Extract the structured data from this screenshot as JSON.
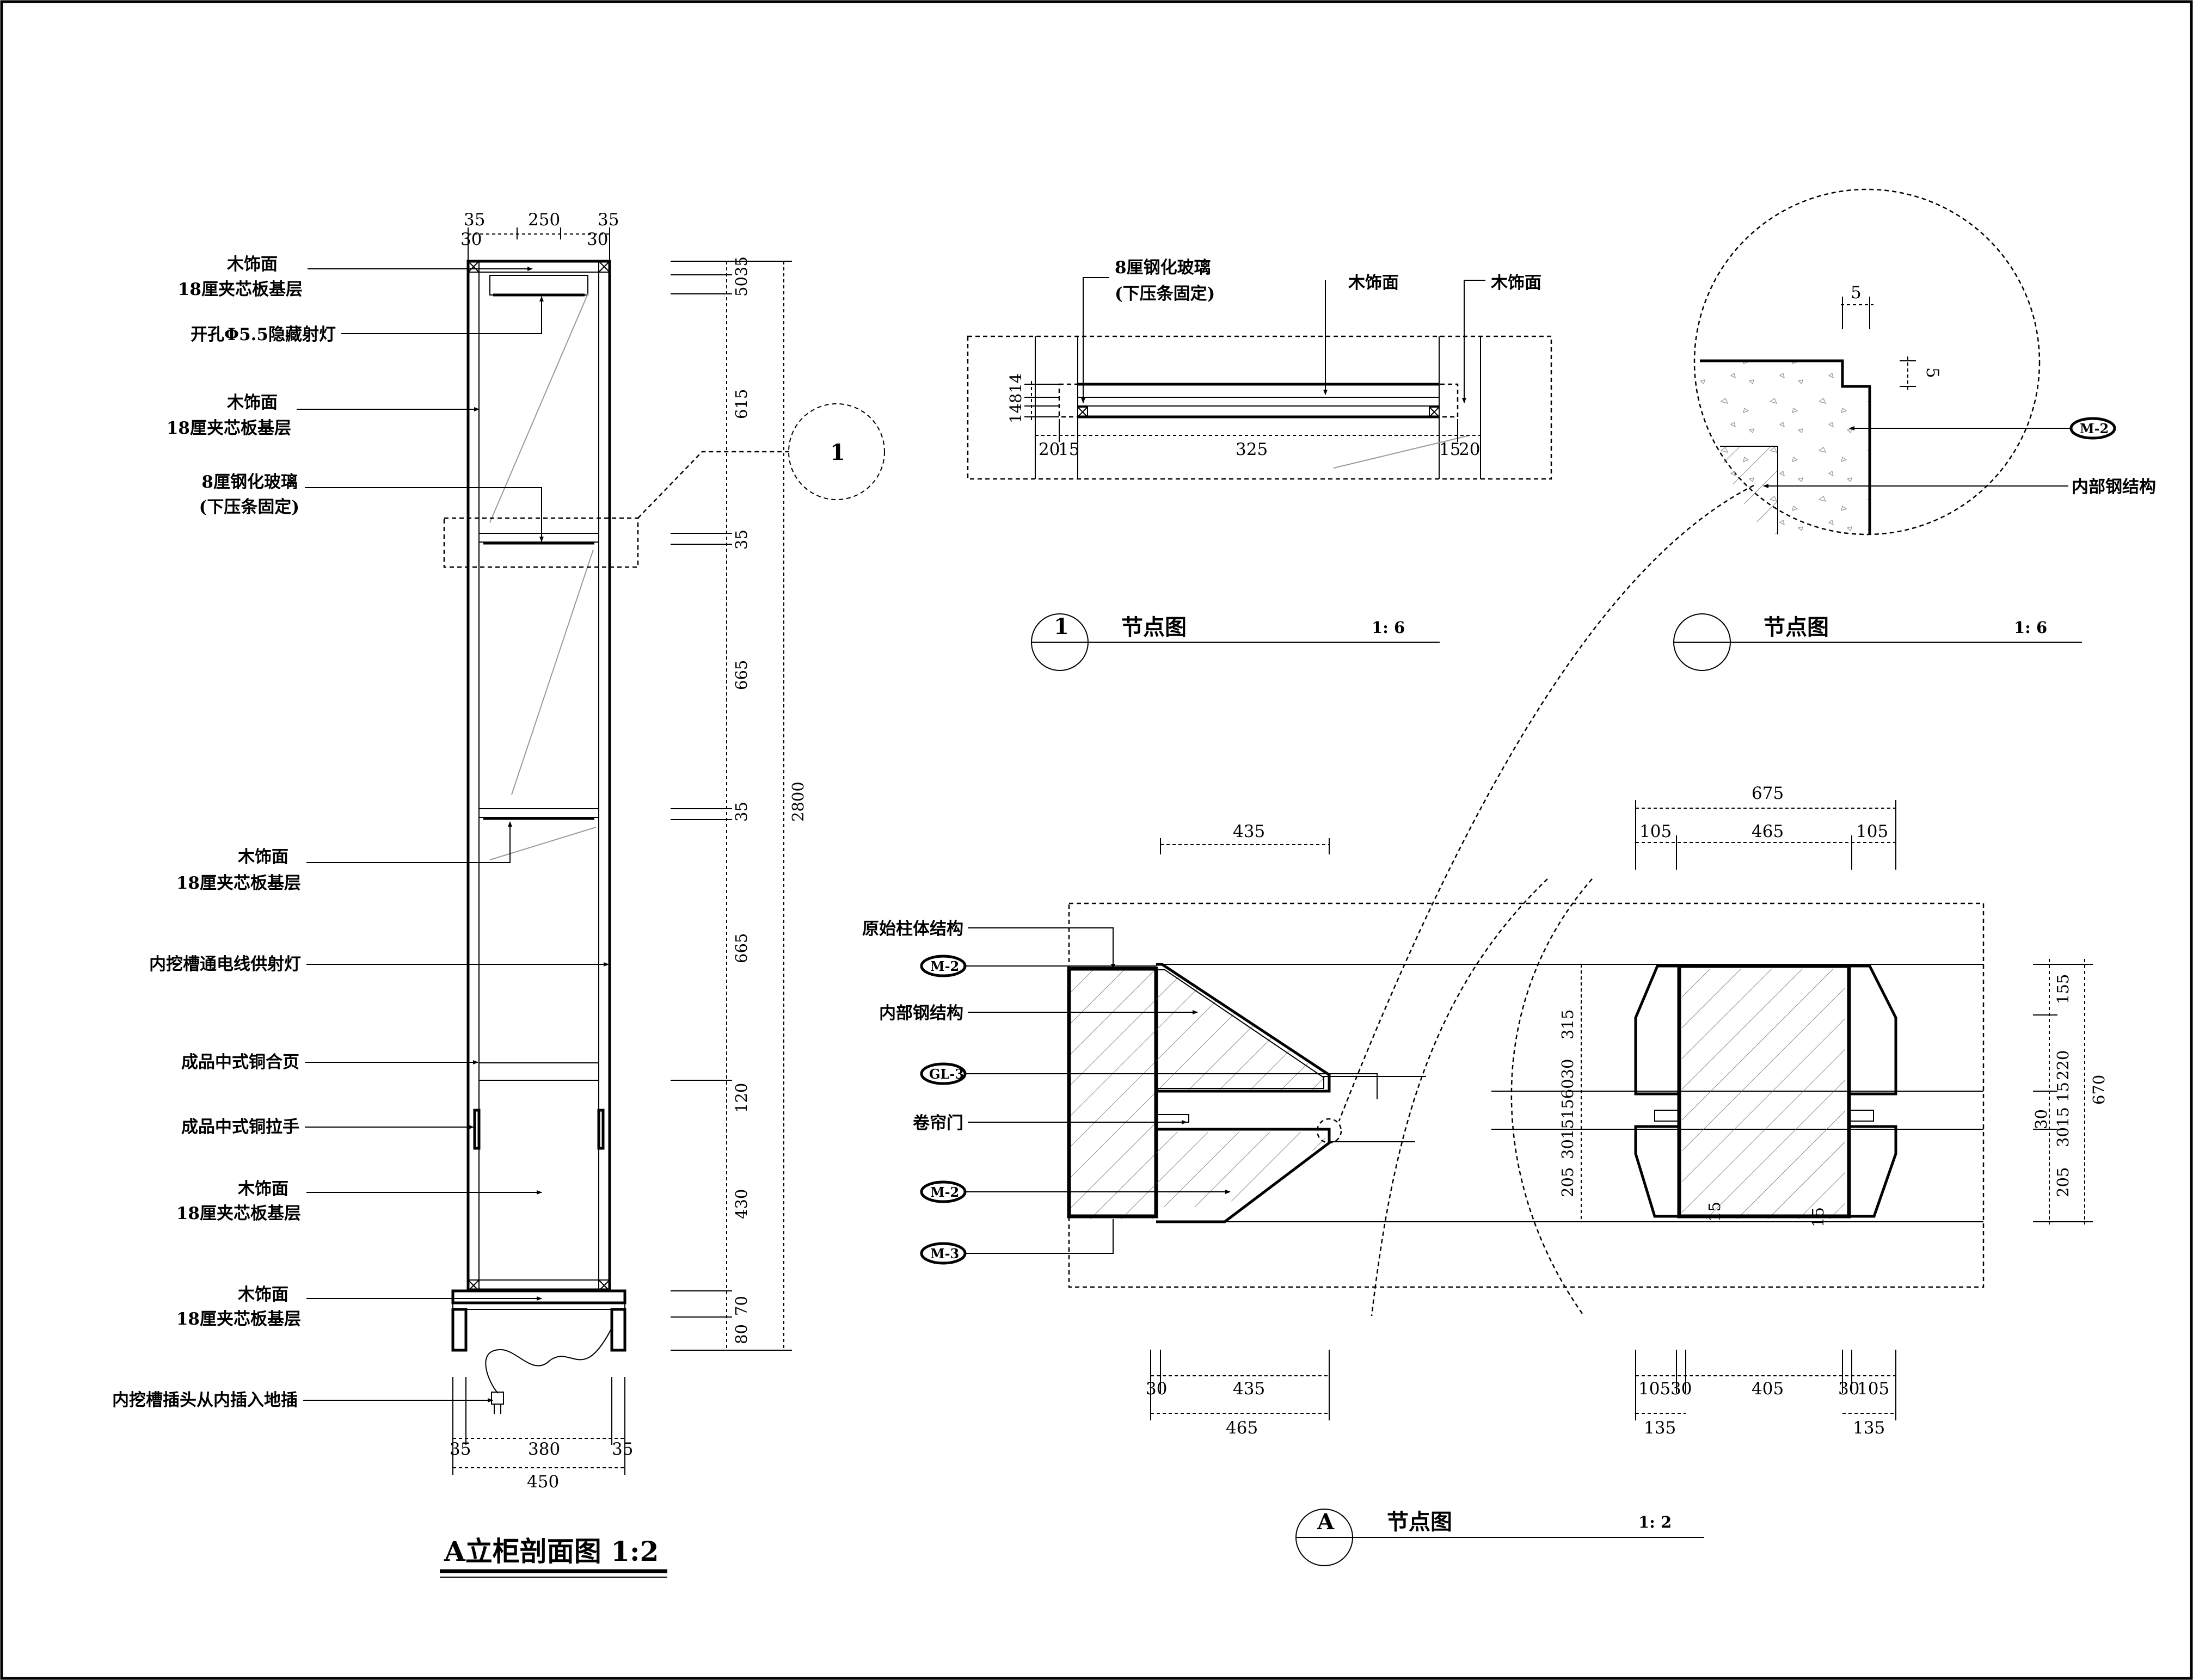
{
  "elevation": {
    "title": "A立柜剖面图 1:2",
    "labels": {
      "wood1a": "木饰面",
      "wood1b": "18厘夹芯板基层",
      "hole": "开孔Φ5.5隐藏射灯",
      "wood2a": "木饰面",
      "wood2b": "18厘夹芯板基层",
      "glass1": "8厘钢化玻璃",
      "glass2": "(下压条固定)",
      "wood3a": "木饰面",
      "wood3b": "18厘夹芯板基层",
      "wire": "内挖槽通电线供射灯",
      "hinge": "成品中式铜合页",
      "handle": "成品中式铜拉手",
      "wood4a": "木饰面",
      "wood4b": "18厘夹芯板基层",
      "wood5a": "木饰面",
      "wood5b": "18厘夹芯板基层",
      "plug": "内挖槽插头从内插入地插"
    },
    "top_dims": {
      "a": "35",
      "b": "250",
      "c": "35",
      "d": "30",
      "e": "30"
    },
    "right_dims": {
      "d1": "5035",
      "d2": "615",
      "d3": "35",
      "d4": "665",
      "d5": "35",
      "d6": "665",
      "d7": "120",
      "d8": "430",
      "d9": "70",
      "d10": "80",
      "total": "2800"
    },
    "bottom_dims": {
      "a": "35",
      "b": "380",
      "c": "35",
      "total": "450"
    },
    "callout": "1"
  },
  "node1": {
    "title": "节点图",
    "scale": "1: 6",
    "number": "1",
    "labels": {
      "glass1": "8厘钢化玻璃",
      "glass2": "(下压条固定)",
      "wood_a": "木饰面",
      "wood_b": "木饰面"
    },
    "dims": {
      "a": "20",
      "b": "15",
      "c": "325",
      "d": "15",
      "e": "20",
      "v": "14814"
    }
  },
  "node2": {
    "title": "节点图",
    "scale": "1: 6",
    "tag": "M-2",
    "label_steel": "内部钢结构",
    "dims": {
      "h": "5",
      "v": "5"
    }
  },
  "nodeA": {
    "title": "节点图",
    "scale": "1: 2",
    "number": "A",
    "labels": {
      "col": "原始柱体结构",
      "steel": "内部钢结构",
      "shutter": "卷帘门"
    },
    "tags": {
      "m2a": "M-2",
      "gl3": "GL-3",
      "m2b": "M-2",
      "m3": "M-3"
    },
    "top_dims": {
      "a": "435",
      "total": "675",
      "b": "105",
      "c": "465",
      "d": "105"
    },
    "left_vdims": {
      "a": "315",
      "b": "3015156030",
      "c": "205"
    },
    "right_vdims": {
      "a": "155",
      "b": "220",
      "c": "30",
      "d": "3015 15",
      "e": "205",
      "total": "670"
    },
    "small": {
      "a": "15",
      "b": "15"
    },
    "bottom_dims": {
      "a": "30",
      "b": "435",
      "c": "465",
      "d": "105",
      "e": "30",
      "f": "405",
      "g": "30",
      "h": "105",
      "i": "135",
      "j": "135"
    }
  }
}
